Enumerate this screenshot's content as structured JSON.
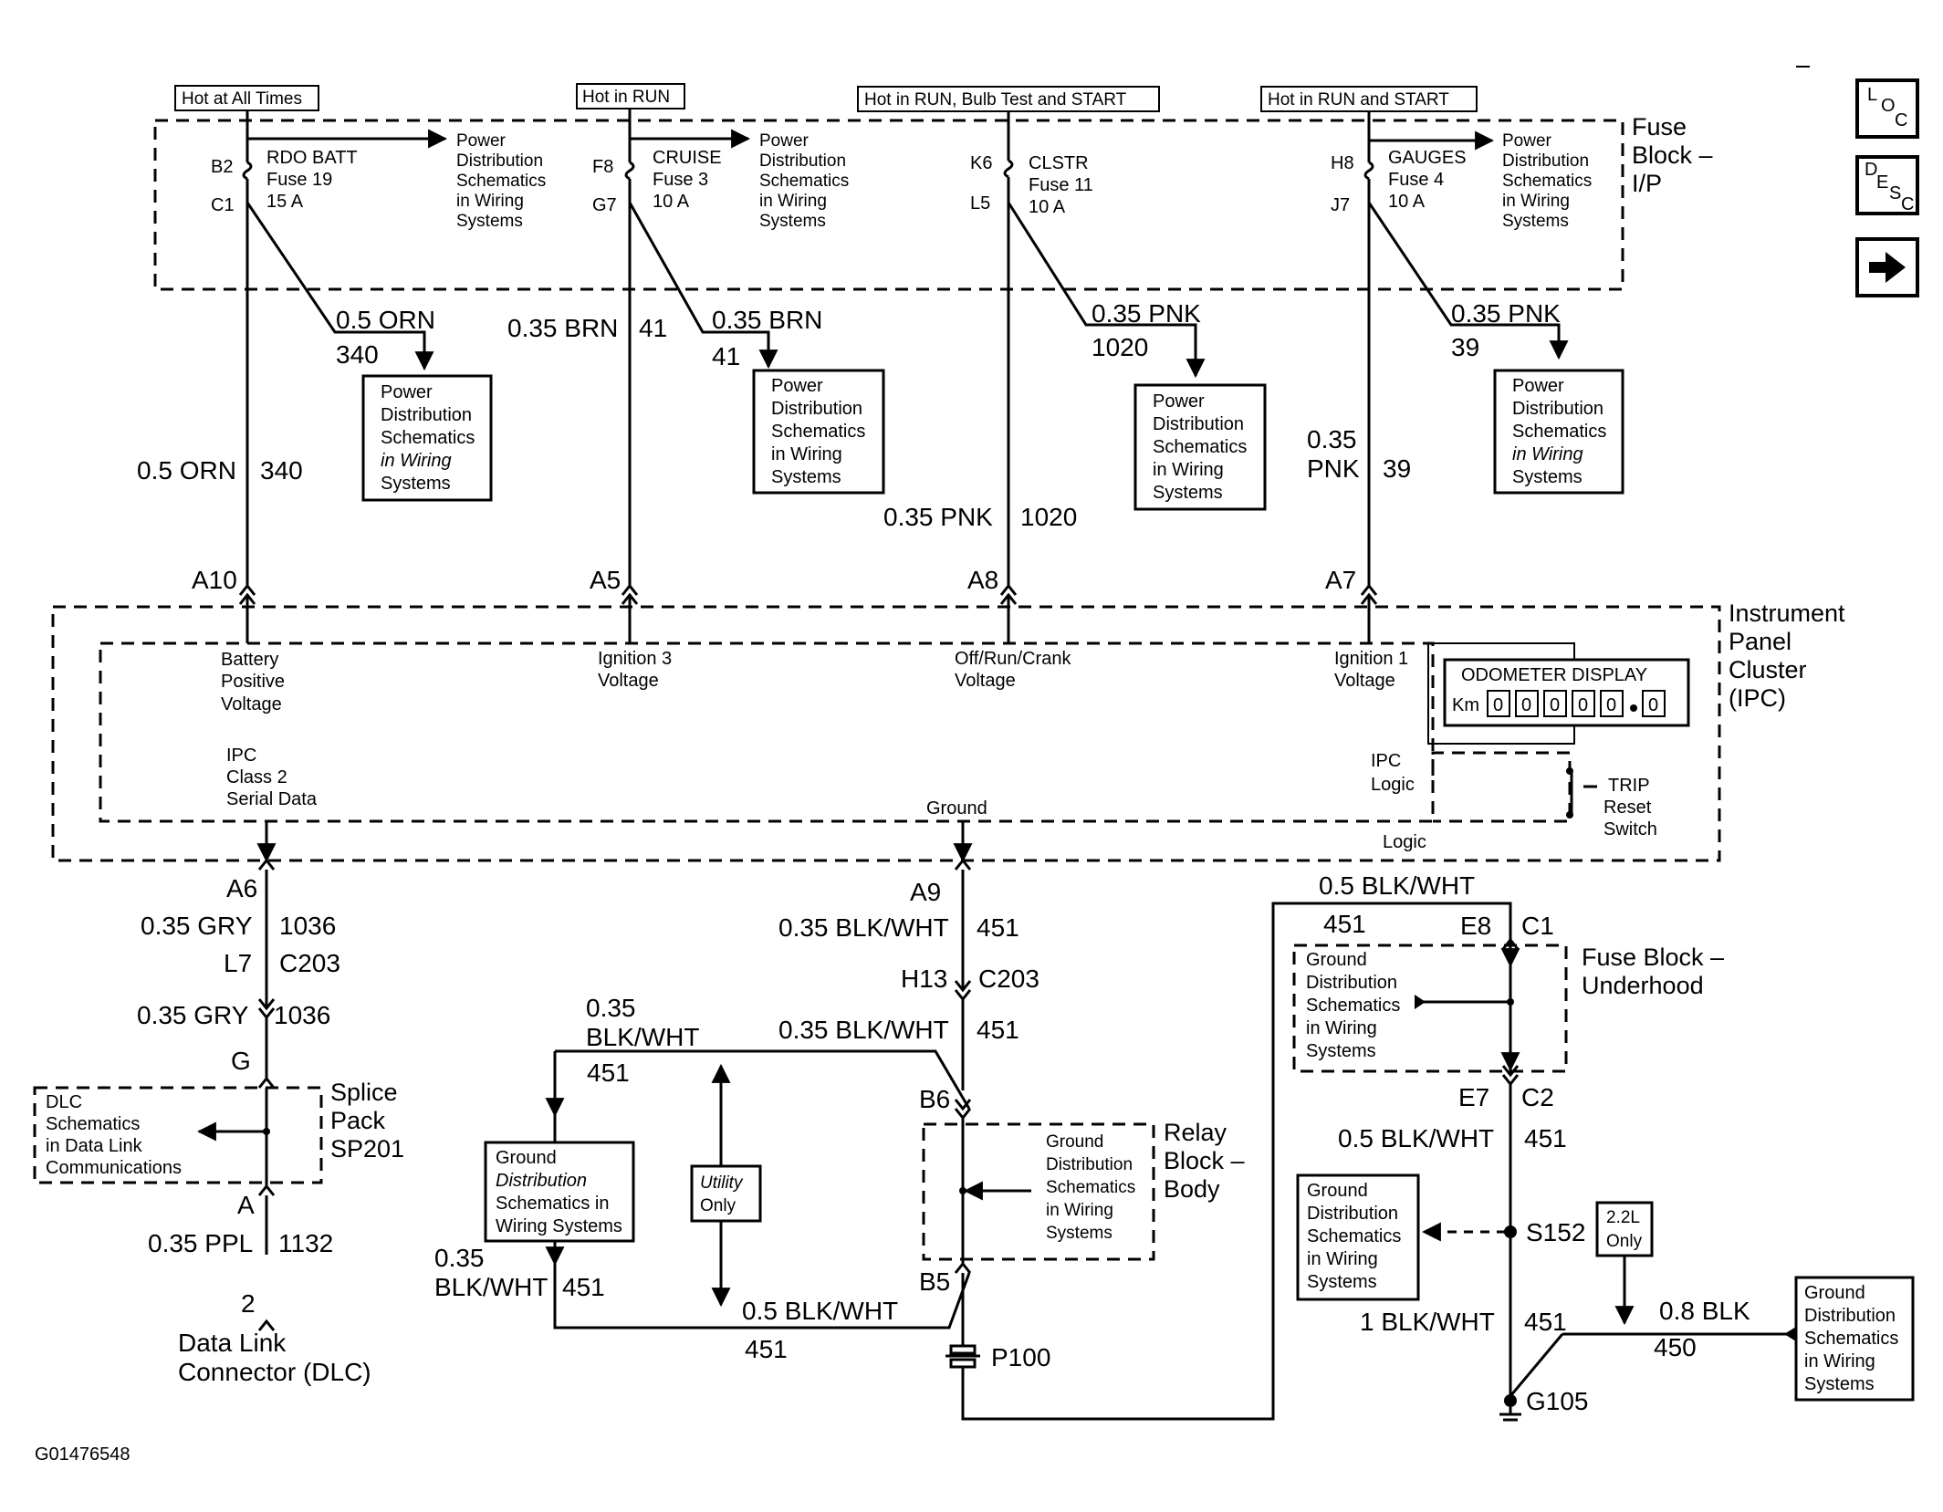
{
  "figure_id": "G01476548",
  "nav": {
    "loc": [
      "L",
      "O",
      "C"
    ],
    "desc": [
      "D",
      "E",
      "S",
      "C"
    ],
    "next_label": "Next"
  },
  "hot_labels": {
    "always": "Hot at All Times",
    "run": "Hot in RUN",
    "run_bulb_start": "Hot in RUN, Bulb Test and START",
    "run_start": "Hot in RUN and START"
  },
  "fuse_block_ip": [
    "Fuse",
    "Block –",
    "I/P"
  ],
  "fuses": [
    {
      "in_pin": "B2",
      "out_pin": "C1",
      "name": "RDO BATT",
      "fuse": "Fuse 19",
      "amp": "15 A"
    },
    {
      "in_pin": "F8",
      "out_pin": "G7",
      "name": "CRUISE",
      "fuse": "Fuse 3",
      "amp": "10 A"
    },
    {
      "in_pin": "K6",
      "out_pin": "L5",
      "name": "CLSTR",
      "fuse": "Fuse 11",
      "amp": "10 A"
    },
    {
      "in_pin": "H8",
      "out_pin": "J7",
      "name": "GAUGES",
      "fuse": "Fuse 4",
      "amp": "10 A"
    }
  ],
  "pd_ref": [
    "Power",
    "Distribution",
    "Schematics",
    "in Wiring",
    "Systems"
  ],
  "wires": {
    "w1_branch": "0.5 ORN",
    "w1_branch_num": "340",
    "w1_main": "0.5 ORN",
    "w1_main_num": "340",
    "w2_main": "0.35 BRN",
    "w2_main_num": "41",
    "w2_branch": "0.35 BRN",
    "w2_branch_num": "41",
    "w3_main": "0.35 PNK",
    "w3_main_num": "1020",
    "w3_branch": "0.35 PNK",
    "w3_branch_num": "1020",
    "w4_main_a": "0.35",
    "w4_main_b": "PNK",
    "w4_main_num": "39",
    "w4_branch": "0.35 PNK",
    "w4_branch_num": "39"
  },
  "ipc_pins": [
    "A10",
    "A5",
    "A8",
    "A7"
  ],
  "ipc": {
    "title": [
      "Instrument",
      "Panel",
      "Cluster",
      "(IPC)"
    ],
    "battery": [
      "Battery",
      "Positive",
      "Voltage"
    ],
    "ign3": [
      "Ignition 3",
      "Voltage"
    ],
    "offrun": [
      "Off/Run/Crank",
      "Voltage"
    ],
    "ign1": [
      "Ignition 1",
      "Voltage"
    ],
    "class2": [
      "IPC",
      "Class 2",
      "Serial Data"
    ],
    "ground": "Ground",
    "logic": [
      "IPC",
      "Logic"
    ],
    "logic2": "Logic",
    "trip": [
      "TRIP",
      "Reset",
      "Switch"
    ],
    "odometer_title": "ODOMETER DISPLAY",
    "odometer_unit": "Km",
    "odometer_digits": [
      "0",
      "0",
      "0",
      "0",
      "0",
      "0"
    ]
  },
  "left": {
    "a6": "A6",
    "w_a": "0.35 GRY",
    "w_a_num": "1036",
    "l7": "L7",
    "c203": "C203",
    "w_b": "0.35 GRY",
    "w_b_num": "1036",
    "g": "G",
    "splice": [
      "Splice",
      "Pack",
      "SP201"
    ],
    "dlc_ref": [
      "DLC",
      "Schematics",
      "in Data Link",
      "Communications"
    ],
    "a": "A",
    "w_c": "0.35 PPL",
    "w_c_num": "1132",
    "pin2": "2",
    "dlc": [
      "Data Link",
      "Connector (DLC)"
    ]
  },
  "center": {
    "a9": "A9",
    "w_a": "0.35 BLK/WHT",
    "w_a_num": "451",
    "h13": "H13",
    "c203": "C203",
    "w_b": "0.35 BLK/WHT",
    "w_b_num": "451",
    "w_l_a": "0.35",
    "w_l_b": "BLK/WHT",
    "w_l_num": "451",
    "gd_ref": [
      "Ground",
      "Distribution",
      "Schematics in",
      "Wiring Systems"
    ],
    "utility": [
      "Utility",
      "Only"
    ],
    "w_l2_a": "0.35",
    "w_l2_b": "BLK/WHT",
    "w_l2_num": "451",
    "b6": "B6",
    "b5": "B5",
    "relay": [
      "Relay",
      "Block –",
      "Body"
    ],
    "gd_ref2": [
      "Ground",
      "Distribution",
      "Schematics",
      "in Wiring",
      "Systems"
    ],
    "w_bot": "0.5 BLK/WHT",
    "w_bot_num": "451",
    "p100": "P100"
  },
  "right": {
    "w_top": "0.5 BLK/WHT",
    "w_top_num": "451",
    "e8": "E8",
    "c1": "C1",
    "fbu": [
      "Fuse Block –",
      "Underhood"
    ],
    "gd_ref": [
      "Ground",
      "Distribution",
      "Schematics",
      "in Wiring",
      "Systems"
    ],
    "e7": "E7",
    "c2": "C2",
    "w_mid": "0.5 BLK/WHT",
    "w_mid_num": "451",
    "gd_ref2": [
      "Ground",
      "Distribution",
      "Schematics",
      "in Wiring",
      "Systems"
    ],
    "s152": "S152",
    "only22": [
      "2.2L",
      "Only"
    ],
    "w_bot": "1 BLK/WHT",
    "w_bot_num": "451",
    "w_blk": "0.8 BLK",
    "w_blk_num": "450",
    "gd_ref3": [
      "Ground",
      "Distribution",
      "Schematics",
      "in Wiring",
      "Systems"
    ],
    "g105": "G105"
  }
}
